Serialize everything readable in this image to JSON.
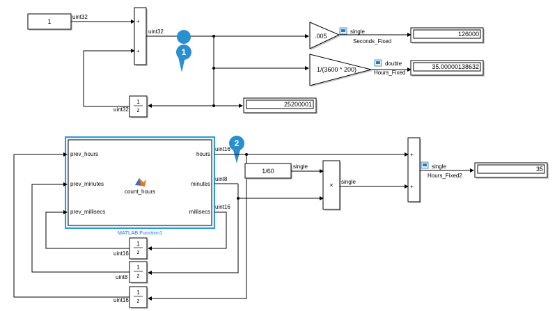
{
  "model": {
    "constant1_value": "1",
    "constant1_type": "uint32",
    "sum1_out_type": "uint32",
    "gain_seconds_value": ".005",
    "gain_seconds_type": "single",
    "gain_seconds_name": "Seconds_Fixed",
    "display_seconds_value": "126000",
    "gain_hours_value": "1/(3600 * 200)",
    "gain_hours_type": "double",
    "gain_hours_name": "Hours_Fixed",
    "display_hours_value": "35.00000138632",
    "delay1_type": "uint32",
    "display_counter_value": "25200001",
    "unit_delay_num": "1",
    "unit_delay_den": "z",
    "sum_sign": "+",
    "product_sign": "×",
    "badge1": "1",
    "badge2": "2",
    "func_in_hours": "prev_hours",
    "func_in_minutes": "prev_minutes",
    "func_in_millisecs": "prev_millisecs",
    "func_out_hours": "hours",
    "func_out_minutes": "minutes",
    "func_out_millisecs": "millisecs",
    "func_center_label": "count_hours",
    "func_block_name": "MATLAB Function1",
    "hours_out_type": "uint16",
    "minutes_out_type": "uint8",
    "millisecs_out_type": "uint16",
    "constant2_value": "1/60",
    "constant2_type": "single",
    "product_out_type": "single",
    "sum2_out_type": "single",
    "sum2_name": "Hours_Fixed2",
    "display_hours2_value": "35",
    "delay_hours_type": "uint16",
    "delay_minutes_type": "uint8",
    "delay_millisecs_type": "uint16"
  },
  "colors": {
    "badge": "#2a8fcf",
    "function_border": "#2e9bd6",
    "function_label": "#1a73e8",
    "wire": "#000000"
  }
}
